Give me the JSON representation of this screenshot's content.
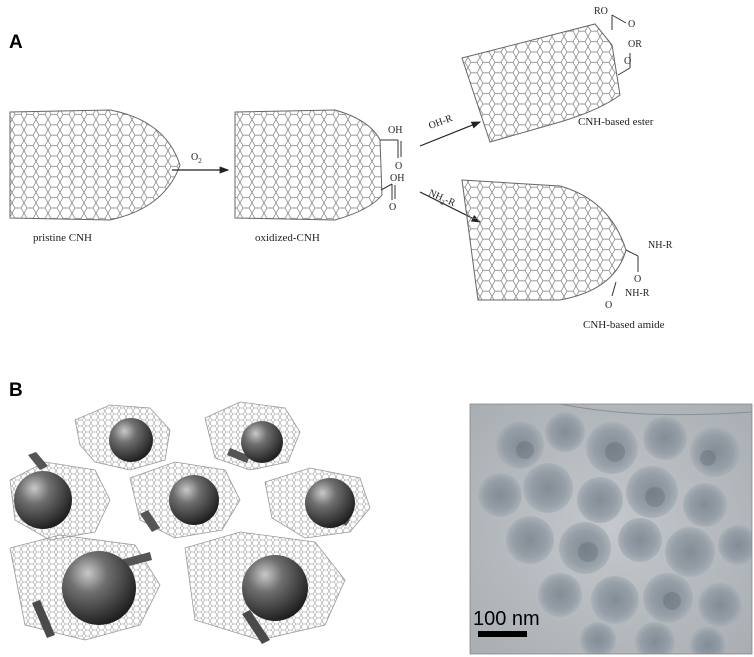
{
  "panel_a": {
    "letter": "A",
    "label_pristine": "pristine CNH",
    "label_oxidized": "oxidized-CNH",
    "label_ester": "CNH-based ester",
    "label_amide": "CNH-based amide",
    "reagent_o2": "O",
    "reagent_o2_sub": "2",
    "reagent_ohr": "OH-R",
    "reagent_nh2r_a": "NH",
    "reagent_nh2r_sub": "2",
    "reagent_nh2r_b": "-R",
    "group_oh_top": "OH",
    "group_oh_bottom": "OH",
    "group_o": "O",
    "group_ro": "RO",
    "group_or": "OR",
    "group_nhr_top": "NH-R",
    "group_nhr_bottom": "NH-R"
  },
  "panel_b": {
    "letter": "B",
    "scale_bar_label": "100 nm"
  }
}
